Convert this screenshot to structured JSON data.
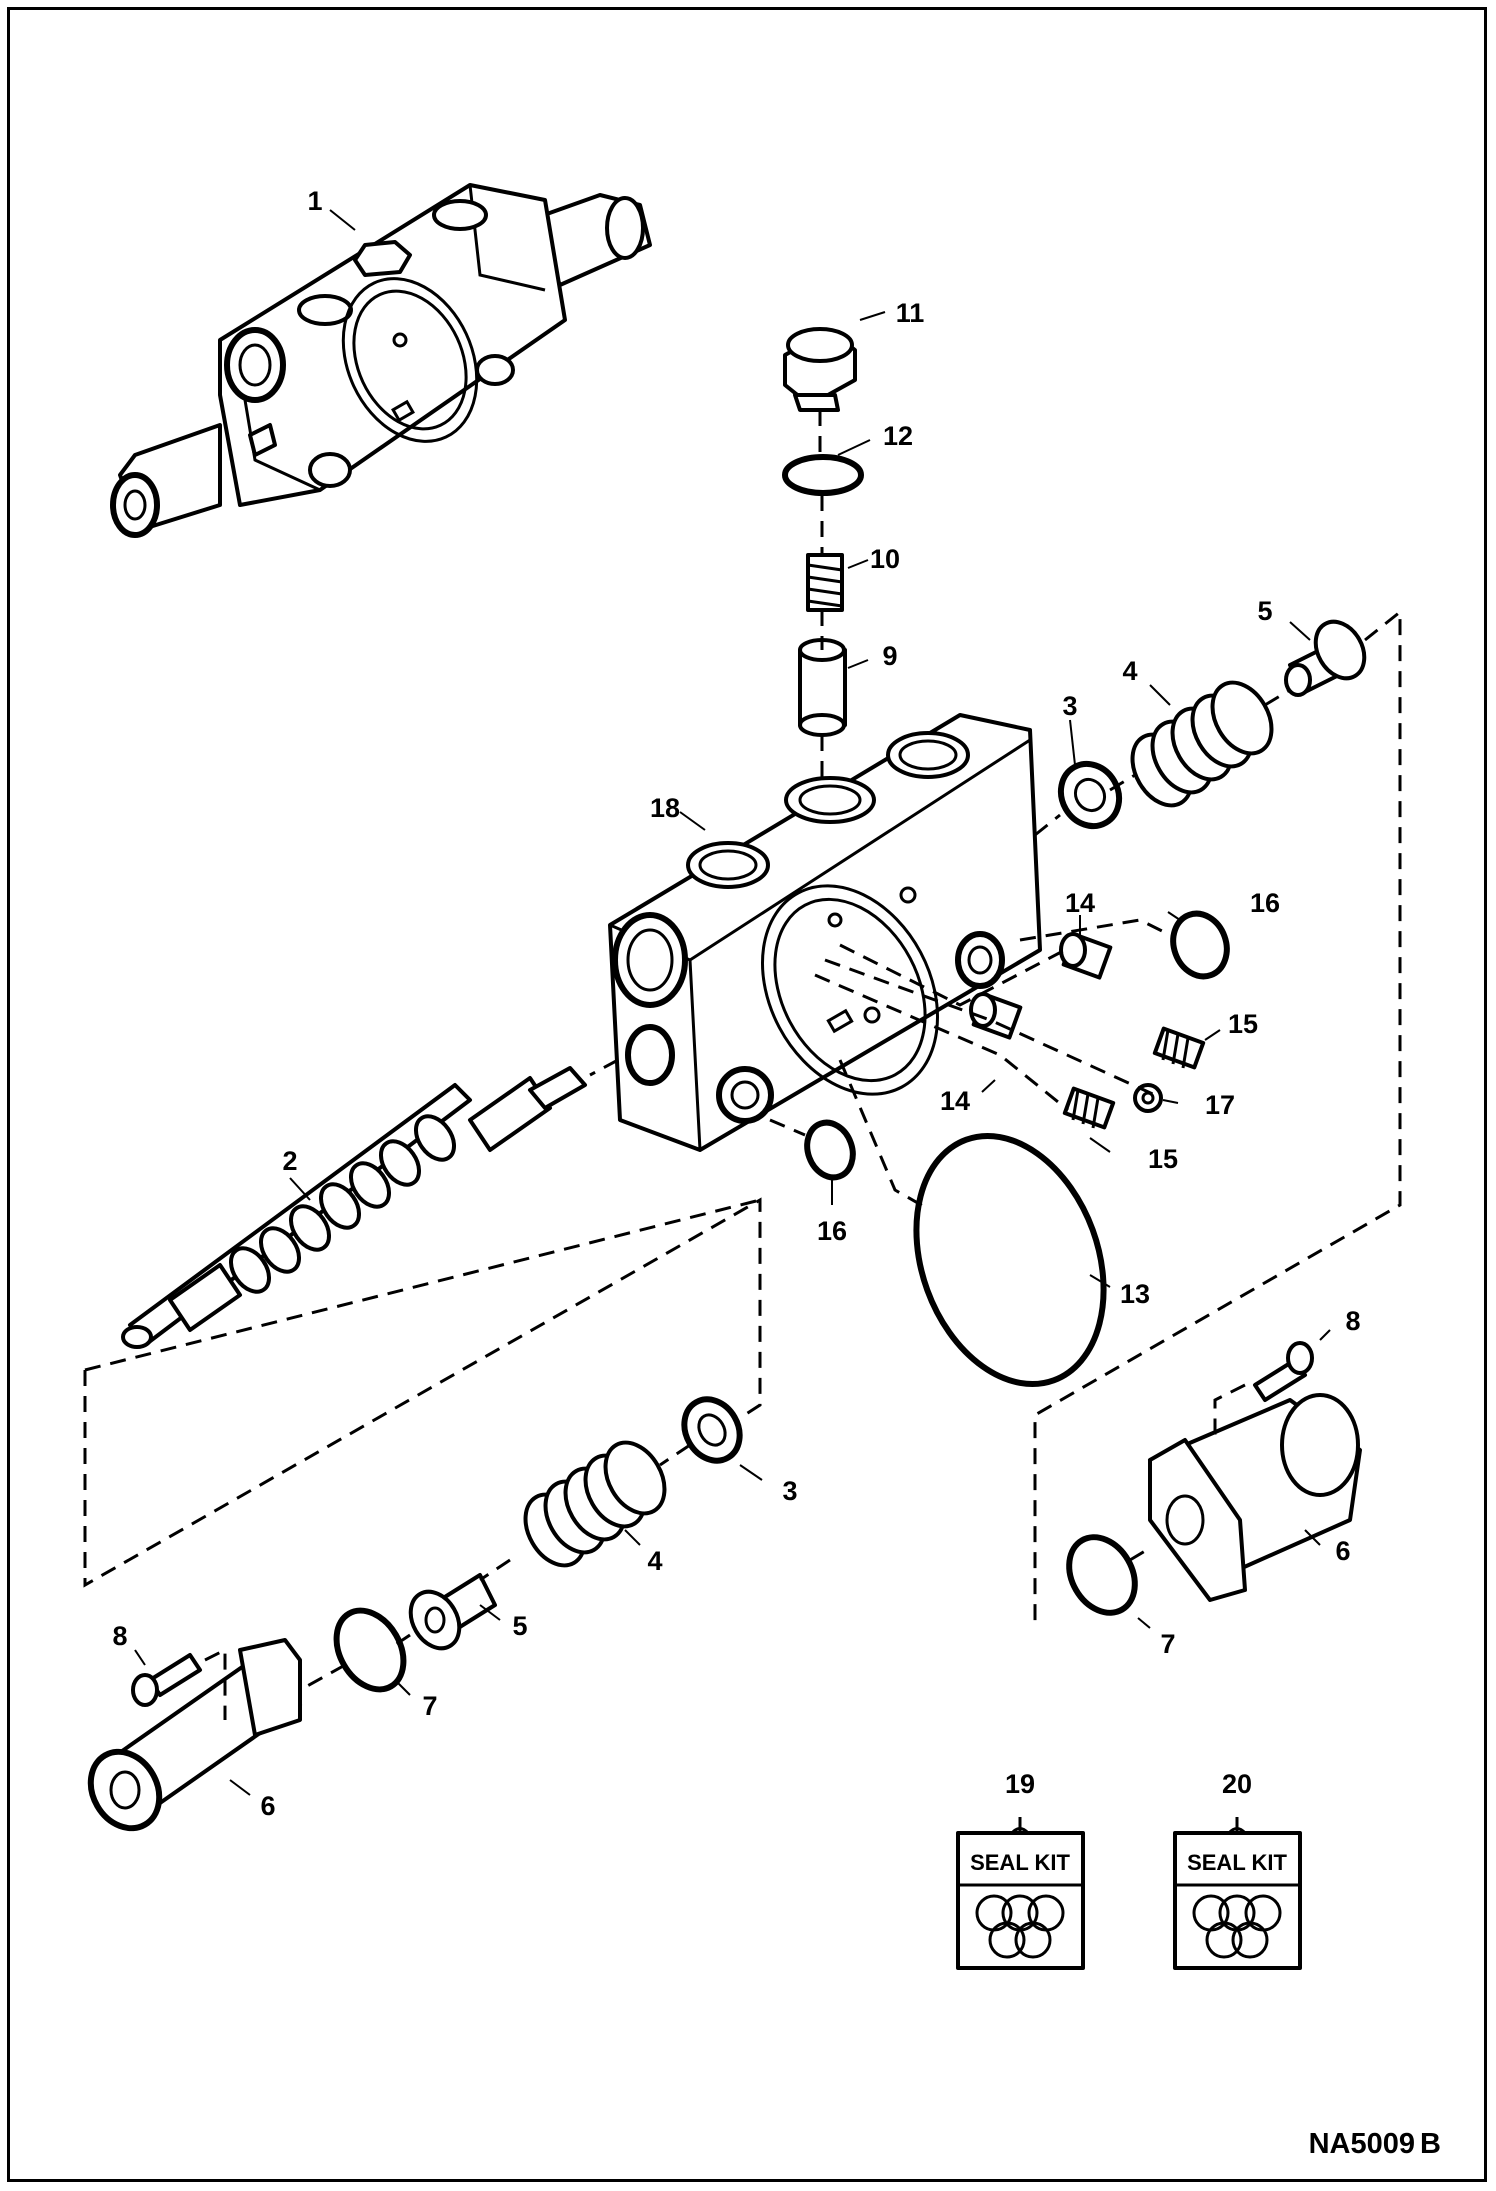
{
  "diagram": {
    "callouts": {
      "c1": "1",
      "c2": "2",
      "c3a": "3",
      "c3b": "3",
      "c4a": "4",
      "c4b": "4",
      "c5a": "5",
      "c5b": "5",
      "c6a": "6",
      "c6b": "6",
      "c7a": "7",
      "c7b": "7",
      "c8a": "8",
      "c8b": "8",
      "c9": "9",
      "c10": "10",
      "c11": "11",
      "c12": "12",
      "c13": "13",
      "c14a": "14",
      "c14b": "14",
      "c15a": "15",
      "c15b": "15",
      "c16a": "16",
      "c16b": "16",
      "c17": "17",
      "c18": "18",
      "c19": "19",
      "c20": "20"
    },
    "seal_kits": [
      {
        "label": "SEAL KIT"
      },
      {
        "label": "SEAL KIT"
      }
    ],
    "reference_code": "NA5009",
    "reference_suffix": "B"
  }
}
